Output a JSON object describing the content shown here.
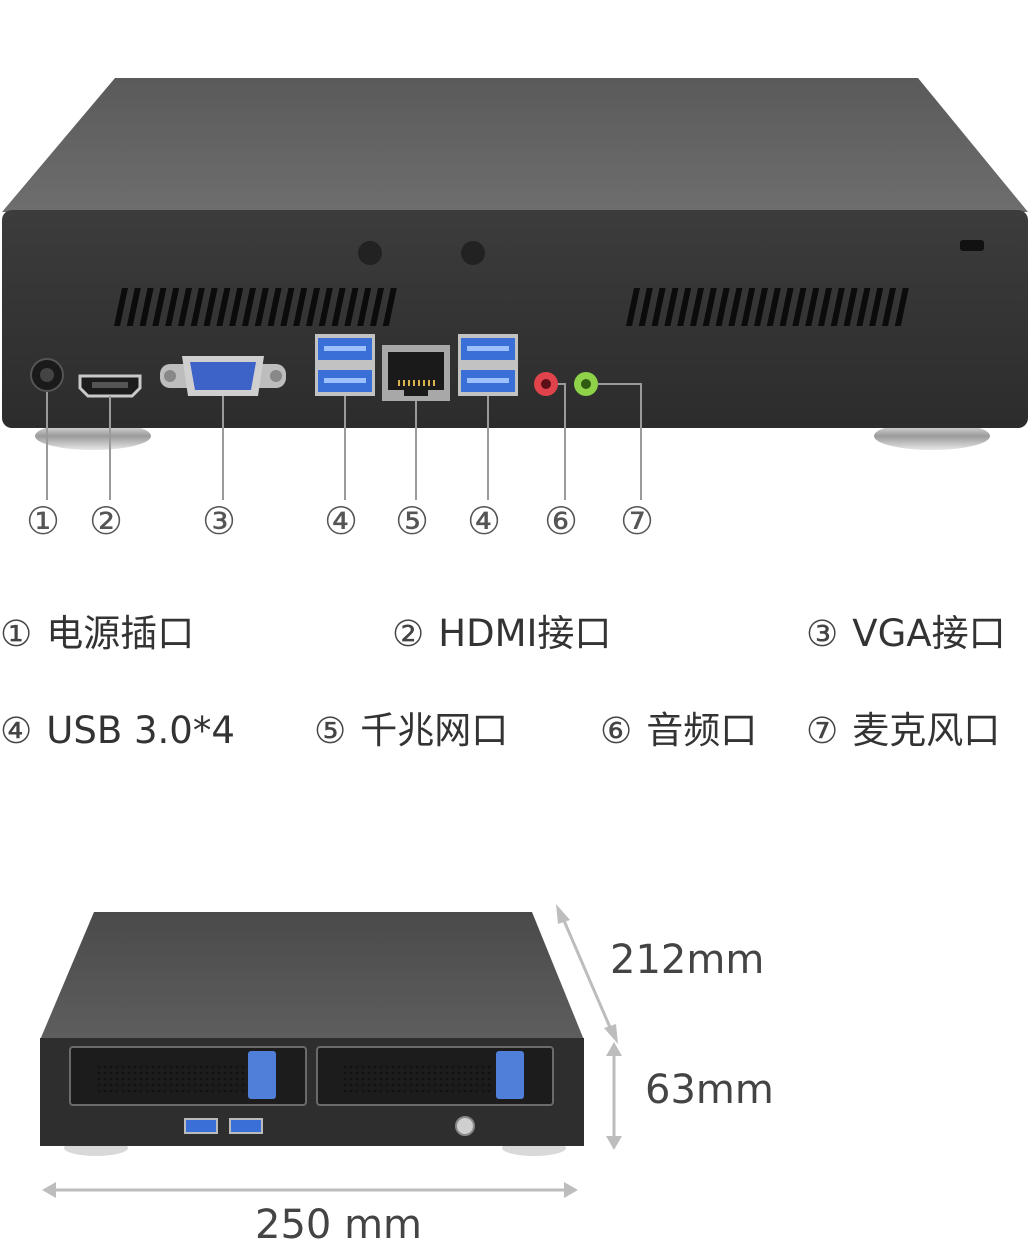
{
  "callout_numbers": [
    "①",
    "②",
    "③",
    "④",
    "⑤",
    "④",
    "⑥",
    "⑦"
  ],
  "legend": [
    {
      "num": "①",
      "label": "电源插口"
    },
    {
      "num": "②",
      "label": "HDMI接口"
    },
    {
      "num": "③",
      "label": "VGA接口"
    },
    {
      "num": "④",
      "label": "USB 3.0*4"
    },
    {
      "num": "⑤",
      "label": "千兆网口"
    },
    {
      "num": "⑥",
      "label": "音频口"
    },
    {
      "num": "⑦",
      "label": "麦克风口"
    }
  ],
  "dimensions": {
    "depth": "212mm",
    "height": "63mm",
    "width": "250 mm"
  },
  "colors": {
    "chassis": "#3f3f3f",
    "vga_port": "#3d63c9",
    "usb_port": "#3a6fd8",
    "audio_port": "#e0434c",
    "mic_port": "#8fd24a",
    "caddy_latch": "#4f7fd8",
    "dimension_line": "#bdbdbd"
  },
  "icons": [
    "dc-power-jack",
    "hdmi-port",
    "vga-port",
    "usb-port",
    "rj45-port",
    "audio-jack",
    "mic-jack",
    "drive-caddy",
    "power-button"
  ]
}
